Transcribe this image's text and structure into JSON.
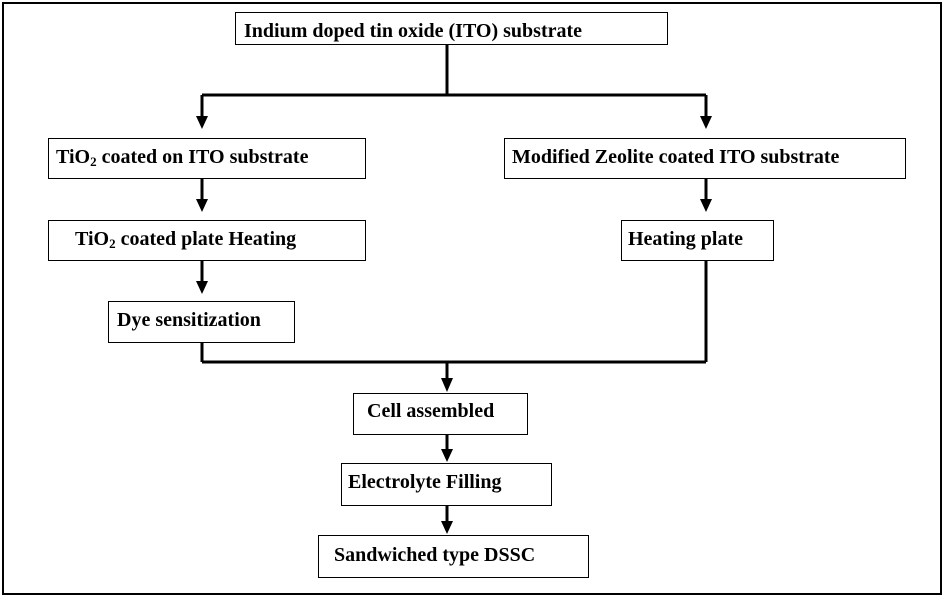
{
  "diagram": {
    "nodes": {
      "ito_substrate": {
        "text": "Indium doped tin oxide (ITO) substrate"
      },
      "tio2_coated": {
        "text_before": "TiO",
        "text_sub": "2",
        "text_after": " coated on ITO substrate"
      },
      "zeolite_coated": {
        "text": "Modified Zeolite coated ITO substrate"
      },
      "tio2_heating": {
        "text_before": "TiO",
        "text_sub": "2",
        "text_after": " coated plate Heating"
      },
      "heating_plate": {
        "text": "Heating plate"
      },
      "dye_sensitization": {
        "text": "Dye sensitization"
      },
      "cell_assembled": {
        "text": "Cell assembled"
      },
      "electrolyte_filling": {
        "text": "Electrolyte Filling"
      },
      "sandwiched_dssc": {
        "text": "Sandwiched type DSSC"
      }
    },
    "edges": [
      [
        "ito_substrate",
        "tio2_coated"
      ],
      [
        "ito_substrate",
        "zeolite_coated"
      ],
      [
        "tio2_coated",
        "tio2_heating"
      ],
      [
        "tio2_heating",
        "dye_sensitization"
      ],
      [
        "zeolite_coated",
        "heating_plate"
      ],
      [
        "dye_sensitization",
        "cell_assembled"
      ],
      [
        "heating_plate",
        "cell_assembled"
      ],
      [
        "cell_assembled",
        "electrolyte_filling"
      ],
      [
        "electrolyte_filling",
        "sandwiched_dssc"
      ]
    ]
  }
}
